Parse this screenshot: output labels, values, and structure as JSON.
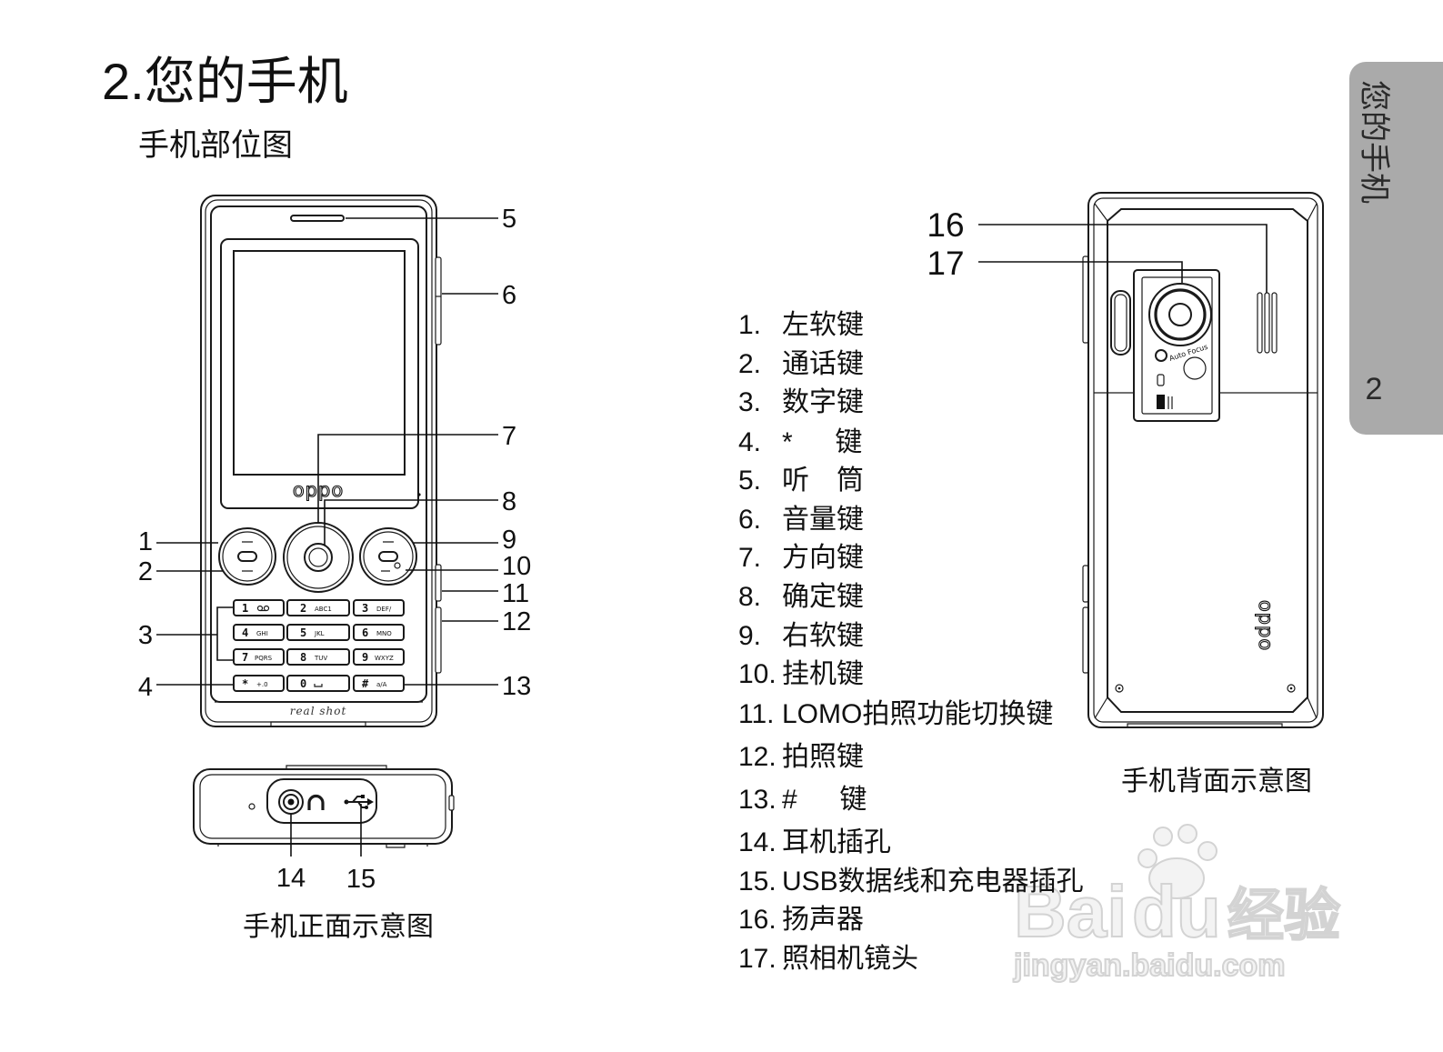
{
  "page": {
    "title": "2.您的手机",
    "subtitle": "手机部位图"
  },
  "side_tab": {
    "label": "您的手机",
    "page_number": "2",
    "color": "#aaaaaa"
  },
  "front_view": {
    "caption": "手机正面示意图",
    "brand_logo": "oppo",
    "tagline": "real shot",
    "callouts": [
      "1",
      "2",
      "3",
      "4",
      "5",
      "6",
      "7",
      "8",
      "9",
      "10",
      "11",
      "12",
      "13"
    ],
    "keypad": [
      {
        "digit": "1",
        "icon": "voicemail-icon"
      },
      {
        "digit": "2",
        "letters": "ABC1"
      },
      {
        "digit": "3",
        "letters": "DEF/"
      },
      {
        "digit": "4",
        "letters": "GHI"
      },
      {
        "digit": "5",
        "letters": "JKL"
      },
      {
        "digit": "6",
        "letters": "MNO"
      },
      {
        "digit": "7",
        "letters": "PQRS"
      },
      {
        "digit": "8",
        "letters": "TUV"
      },
      {
        "digit": "9",
        "letters": "WXYZ"
      },
      {
        "digit": "*",
        "letters": "+.0"
      },
      {
        "digit": "0",
        "icon": "space-icon"
      },
      {
        "digit": "#",
        "letters": "a/A"
      }
    ]
  },
  "bottom_view": {
    "callouts": [
      "14",
      "15"
    ],
    "icons": [
      "headphone-icon",
      "usb-icon"
    ]
  },
  "back_view": {
    "caption": "手机背面示意图",
    "brand_logo": "oppo",
    "camera_label": "Auto Focus",
    "callouts": [
      "16",
      "17"
    ]
  },
  "parts_list": [
    {
      "num": "1.",
      "label": "左软键"
    },
    {
      "num": "2.",
      "label": "通话键"
    },
    {
      "num": "3.",
      "label": "数字键"
    },
    {
      "num": "4.",
      "label": "*　  键"
    },
    {
      "num": "5.",
      "label": "听　筒"
    },
    {
      "num": "6.",
      "label": "音量键"
    },
    {
      "num": "7.",
      "label": "方向键"
    },
    {
      "num": "8.",
      "label": "确定键"
    },
    {
      "num": "9.",
      "label": "右软键"
    },
    {
      "num": "10.",
      "label": "挂机键"
    },
    {
      "num": "11.",
      "label": "LOMO拍照功能切换键"
    },
    {
      "num": "12.",
      "label": "拍照键"
    },
    {
      "num": "13.",
      "label": "#　  键"
    },
    {
      "num": "14.",
      "label": "耳机插孔"
    },
    {
      "num": "15.",
      "label": "USB数据线和充电器插孔"
    },
    {
      "num": "16.",
      "label": "扬声器"
    },
    {
      "num": "17.",
      "label": "照相机镜头"
    }
  ],
  "watermark": {
    "brand_left": "Bai",
    "brand_right": "du",
    "brand_cn": "经验",
    "url": "jingyan.baidu.com"
  }
}
